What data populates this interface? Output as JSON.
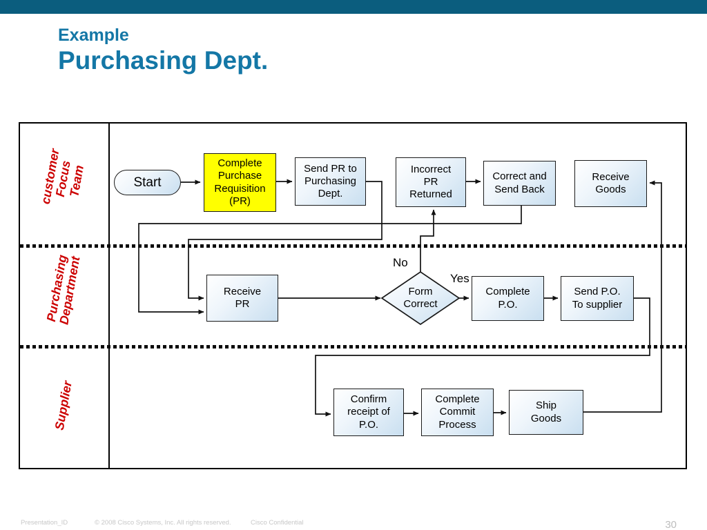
{
  "slide": {
    "subtitle": "Example",
    "title": "Purchasing Dept."
  },
  "colors": {
    "top_bar": "#0b5d7e",
    "title_text": "#1477a6",
    "lane_label_red": "#cc0000",
    "highlight_yellow": "#ffff00",
    "box_fill_blue": "#c9dff0"
  },
  "lanes": [
    {
      "label": "customer\nFocus\nTeam"
    },
    {
      "label": "Purchasing\nDepartment"
    },
    {
      "label": "Supplier"
    }
  ],
  "nodes": {
    "start": "Start",
    "complete_pr": "Complete\nPurchase\nRequisition\n(PR)",
    "send_pr": "Send PR to\nPurchasing\nDept.",
    "incorrect_pr": "Incorrect\nPR\nReturned",
    "correct_send_back": "Correct and\nSend Back",
    "receive_goods": "Receive\nGoods",
    "receive_pr": "Receive\nPR",
    "form_correct": "Form\nCorrect",
    "complete_po": "Complete\nP.O.",
    "send_po": "Send P.O.\nTo supplier",
    "confirm_receipt": "Confirm\nreceipt of\nP.O.",
    "complete_commit": "Complete\nCommit\nProcess",
    "ship_goods": "Ship\nGoods"
  },
  "edge_labels": {
    "no": "No",
    "yes": "Yes"
  },
  "footer": {
    "presentation_id": "Presentation_ID",
    "copyright": "© 2008 Cisco Systems, Inc. All rights reserved.",
    "confidential": "Cisco Confidential",
    "page_number": "30"
  }
}
